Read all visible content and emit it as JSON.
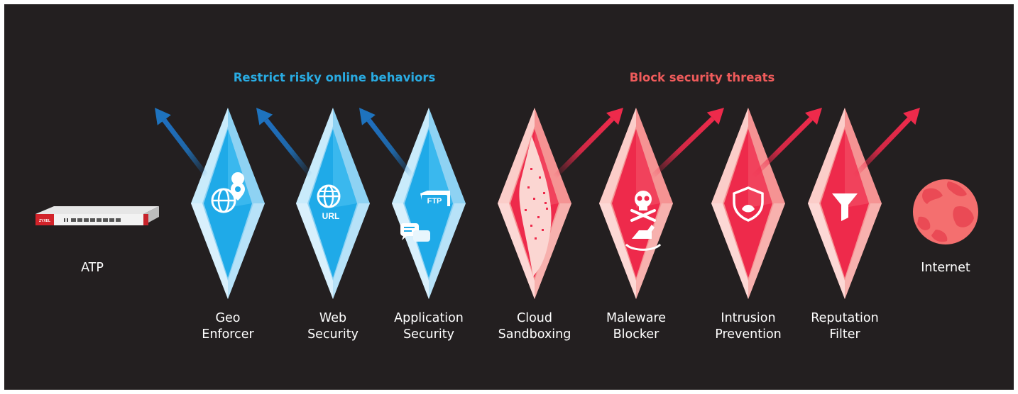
{
  "headers": {
    "left": "Restrict risky online behaviors",
    "right": "Block security threats"
  },
  "endpoints": {
    "device_label": "ATP",
    "device_brand": "ZYXEL",
    "internet_label": "Internet"
  },
  "services": [
    {
      "line1": "Geo",
      "line2": "Enforcer",
      "group": "restrict",
      "icon": "globe-pin-icon"
    },
    {
      "line1": "Web",
      "line2": "Security",
      "group": "restrict",
      "icon": "url-globe-icon",
      "badge": "URL"
    },
    {
      "line1": "Application",
      "line2": "Security",
      "group": "restrict",
      "icon": "ftp-chat-icon",
      "badge": "FTP"
    },
    {
      "line1": "Cloud",
      "line2": "Sandboxing",
      "group": "block",
      "icon": "sandbox-particles-icon"
    },
    {
      "line1": "Maleware",
      "line2": "Blocker",
      "group": "block",
      "icon": "skull-crossbones-icon"
    },
    {
      "line1": "Intrusion",
      "line2": "Prevention",
      "group": "block",
      "icon": "shield-icon"
    },
    {
      "line1": "Reputation",
      "line2": "Filter",
      "group": "block",
      "icon": "funnel-icon"
    }
  ],
  "colors": {
    "background": "#231f20",
    "restrict_accent": "#29abe2",
    "block_accent": "#ef5b5b",
    "blue_arrow": "#1e73be",
    "red_arrow": "#ee2a4b"
  }
}
